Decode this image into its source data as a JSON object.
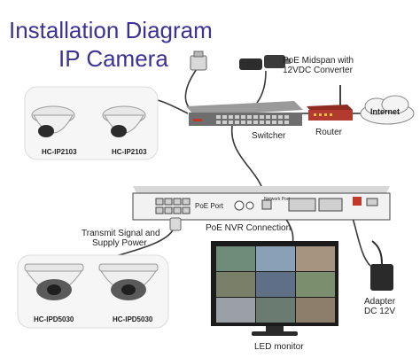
{
  "title_line1": "Installation Diagram",
  "title_line2": "IP Camera",
  "poe_midspan_line1": "PoE Midspan with",
  "poe_midspan_line2": "12VDC Converter",
  "internet": "Internet",
  "switcher": "Switcher",
  "router": "Router",
  "dome_cam_model_1": "HC-IP2103",
  "dome_cam_model_2": "HC-IP2103",
  "poe_port": "PoE Port",
  "nvr_network_port": "Network Port",
  "transmit_line1": "Transmit Signal and",
  "transmit_line2": "Supply Power",
  "poe_nvr_connection": "PoE NVR Connection",
  "vandal_cam_model_1": "HC-IPD5030",
  "vandal_cam_model_2": "HC-IPD5030",
  "adapter_line1": "Adapter",
  "adapter_line2": "DC 12V",
  "led_monitor": "LED monitor",
  "colors": {
    "title": "#3b3394",
    "nvr_panel": "#f2f2f2",
    "switch_body": "#6e6e6e",
    "router_body": "#b33a2e",
    "cable": "#3a3a3a"
  }
}
